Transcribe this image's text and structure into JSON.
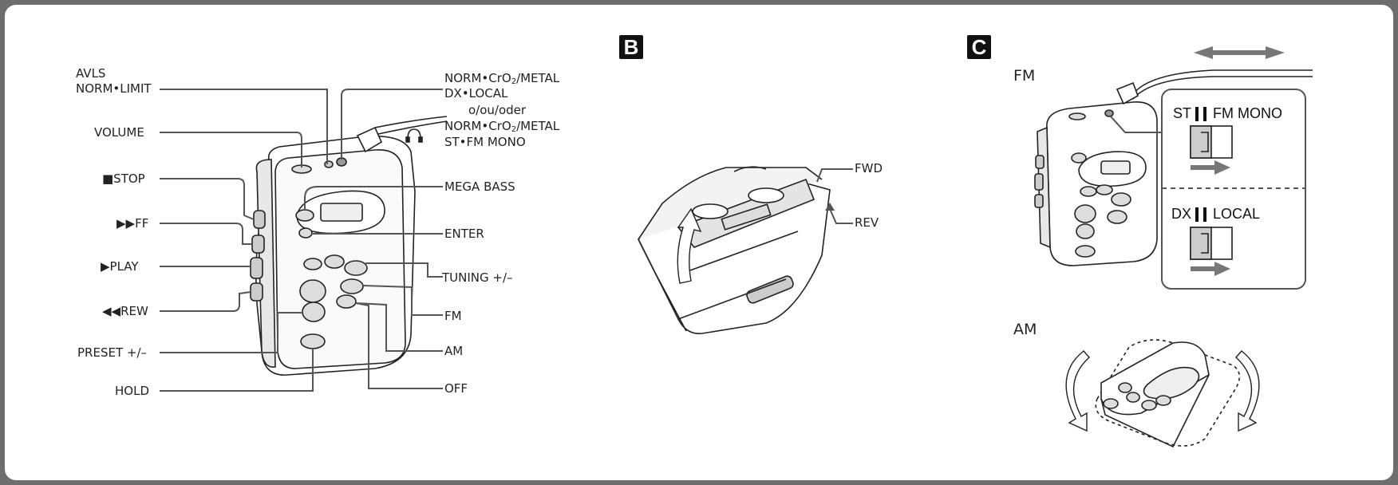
{
  "section_a": {
    "left_labels": {
      "avls": "AVLS",
      "norm_limit": "NORM•LIMIT",
      "volume": "VOLUME",
      "stop": "■STOP",
      "ff": "▶▶FF",
      "play": "▶PLAY",
      "rew": "◀◀REW",
      "preset": "PRESET +/–",
      "hold": "HOLD"
    },
    "right_labels": {
      "tape_select_1": "NORM•CrO",
      "tape_select_1_sub": "2",
      "tape_select_1_tail": "/METAL",
      "dx_local": "DX•LOCAL",
      "or_word": "o/ou/oder",
      "tape_select_2": "NORM•CrO",
      "tape_select_2_sub": "2",
      "tape_select_2_tail": "/METAL",
      "st_fm_mono": "ST•FM MONO",
      "mega_bass": "MEGA BASS",
      "enter": "ENTER",
      "tuning": "TUNING +/–",
      "fm": "FM",
      "am": "AM",
      "off": "OFF"
    }
  },
  "section_b": {
    "badge": "B",
    "fwd": "FWD",
    "rev": "REV"
  },
  "section_c": {
    "badge": "C",
    "fm_label": "FM",
    "am_label": "AM",
    "switch_top_left": "ST",
    "switch_top_right": "FM MONO",
    "switch_bottom_left": "DX",
    "switch_bottom_right": "LOCAL"
  },
  "colors": {
    "leader_line": "#555555",
    "outline": "#222222",
    "arrow_gray": "#777777",
    "frame": "#6e6e6e"
  }
}
